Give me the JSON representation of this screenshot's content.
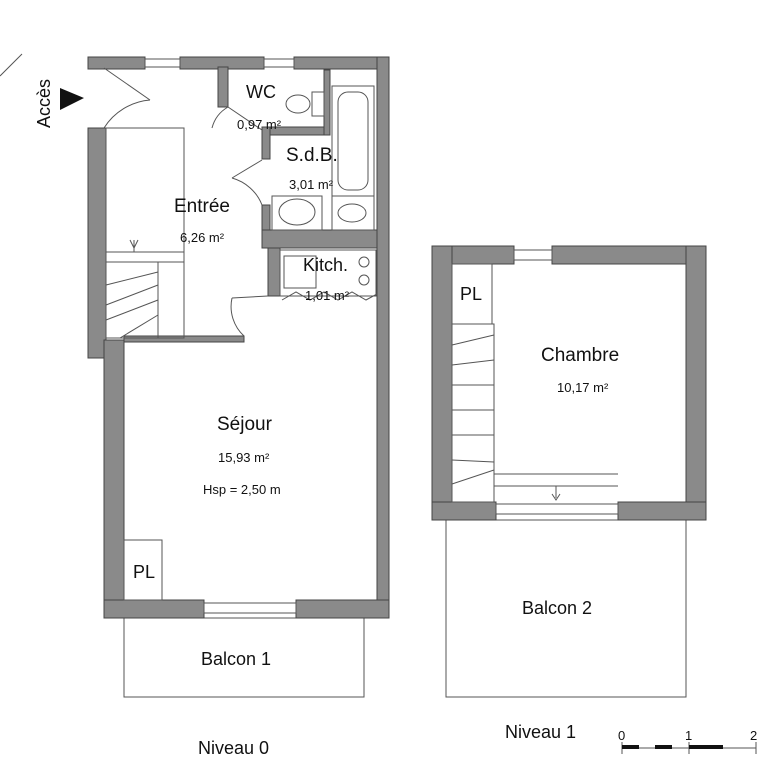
{
  "levels": {
    "level0": "Niveau 0",
    "level1": "Niveau 1"
  },
  "access": {
    "label": "Accès"
  },
  "rooms": {
    "wc": {
      "name": "WC",
      "area": "0,97 m²"
    },
    "sdb": {
      "name": "S.d.B.",
      "area": "3,01 m²"
    },
    "entree": {
      "name": "Entrée",
      "area": "6,26 m²"
    },
    "kitch": {
      "name": "Kitch.",
      "area": "1,01 m²"
    },
    "sejour": {
      "name": "Séjour",
      "area": "15,93 m²",
      "height": "Hsp = 2,50 m"
    },
    "pl_ground": {
      "name": "PL"
    },
    "balcon1": {
      "name": "Balcon 1"
    },
    "chambre": {
      "name": "Chambre",
      "area": "10,17 m²"
    },
    "pl_upper": {
      "name": "PL"
    },
    "balcon2": {
      "name": "Balcon 2"
    }
  },
  "scale": {
    "ticks": [
      "0",
      "1",
      "2"
    ]
  },
  "colors": {
    "wall": "#8a8a8a",
    "line": "#555555"
  }
}
